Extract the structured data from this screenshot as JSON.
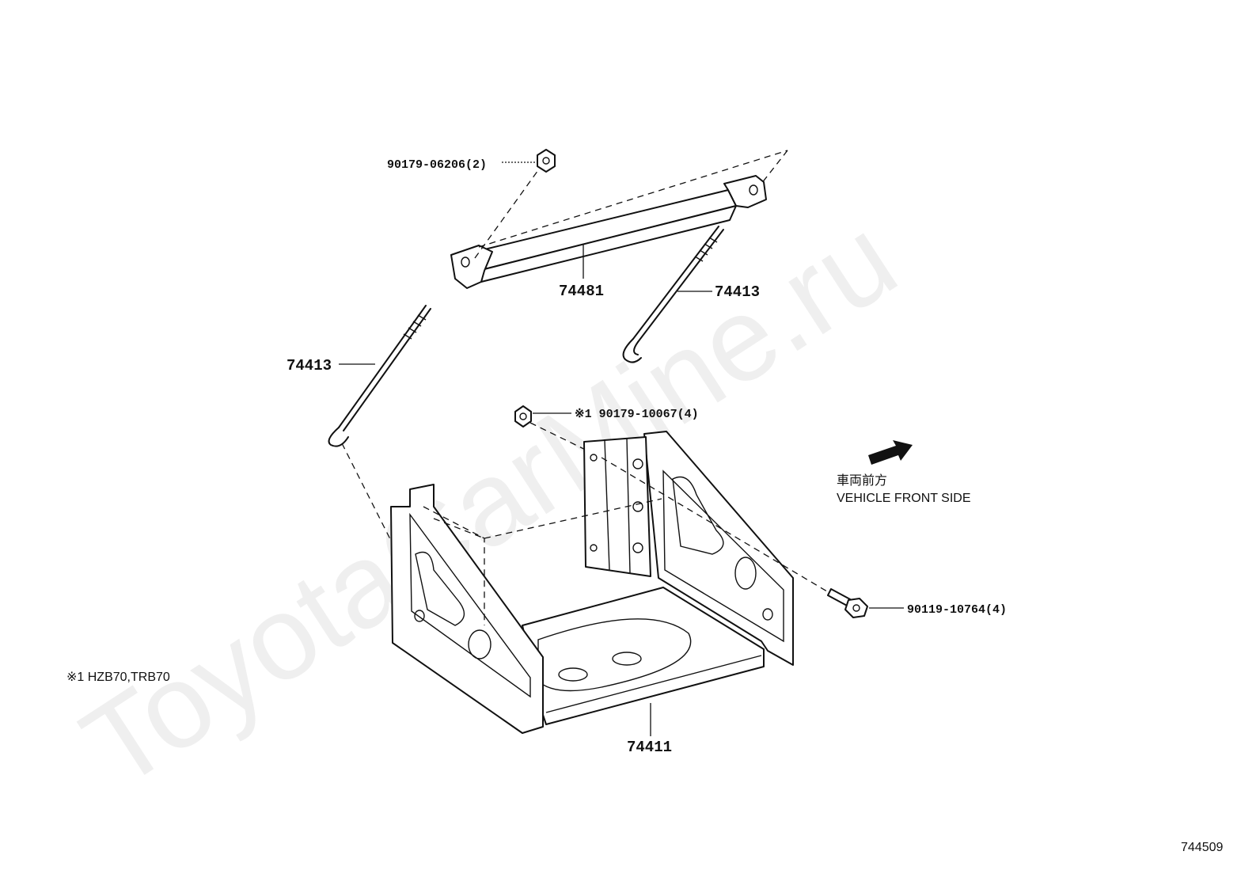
{
  "watermark": "ToyotaCarMine.ru",
  "labels": {
    "bolt_clamp_nut": "90179-06206(2)",
    "clamp": "74481",
    "rod_right": "74413",
    "rod_left": "74413",
    "nut_note": "※1 90179-10067(4)",
    "bolt": "90119-10764(4)",
    "tray": "74411"
  },
  "direction": {
    "jp": "車両前方",
    "en": "VEHICLE FRONT SIDE"
  },
  "footnote": "※1 HZB70,TRB70",
  "diagram_id": "744509"
}
